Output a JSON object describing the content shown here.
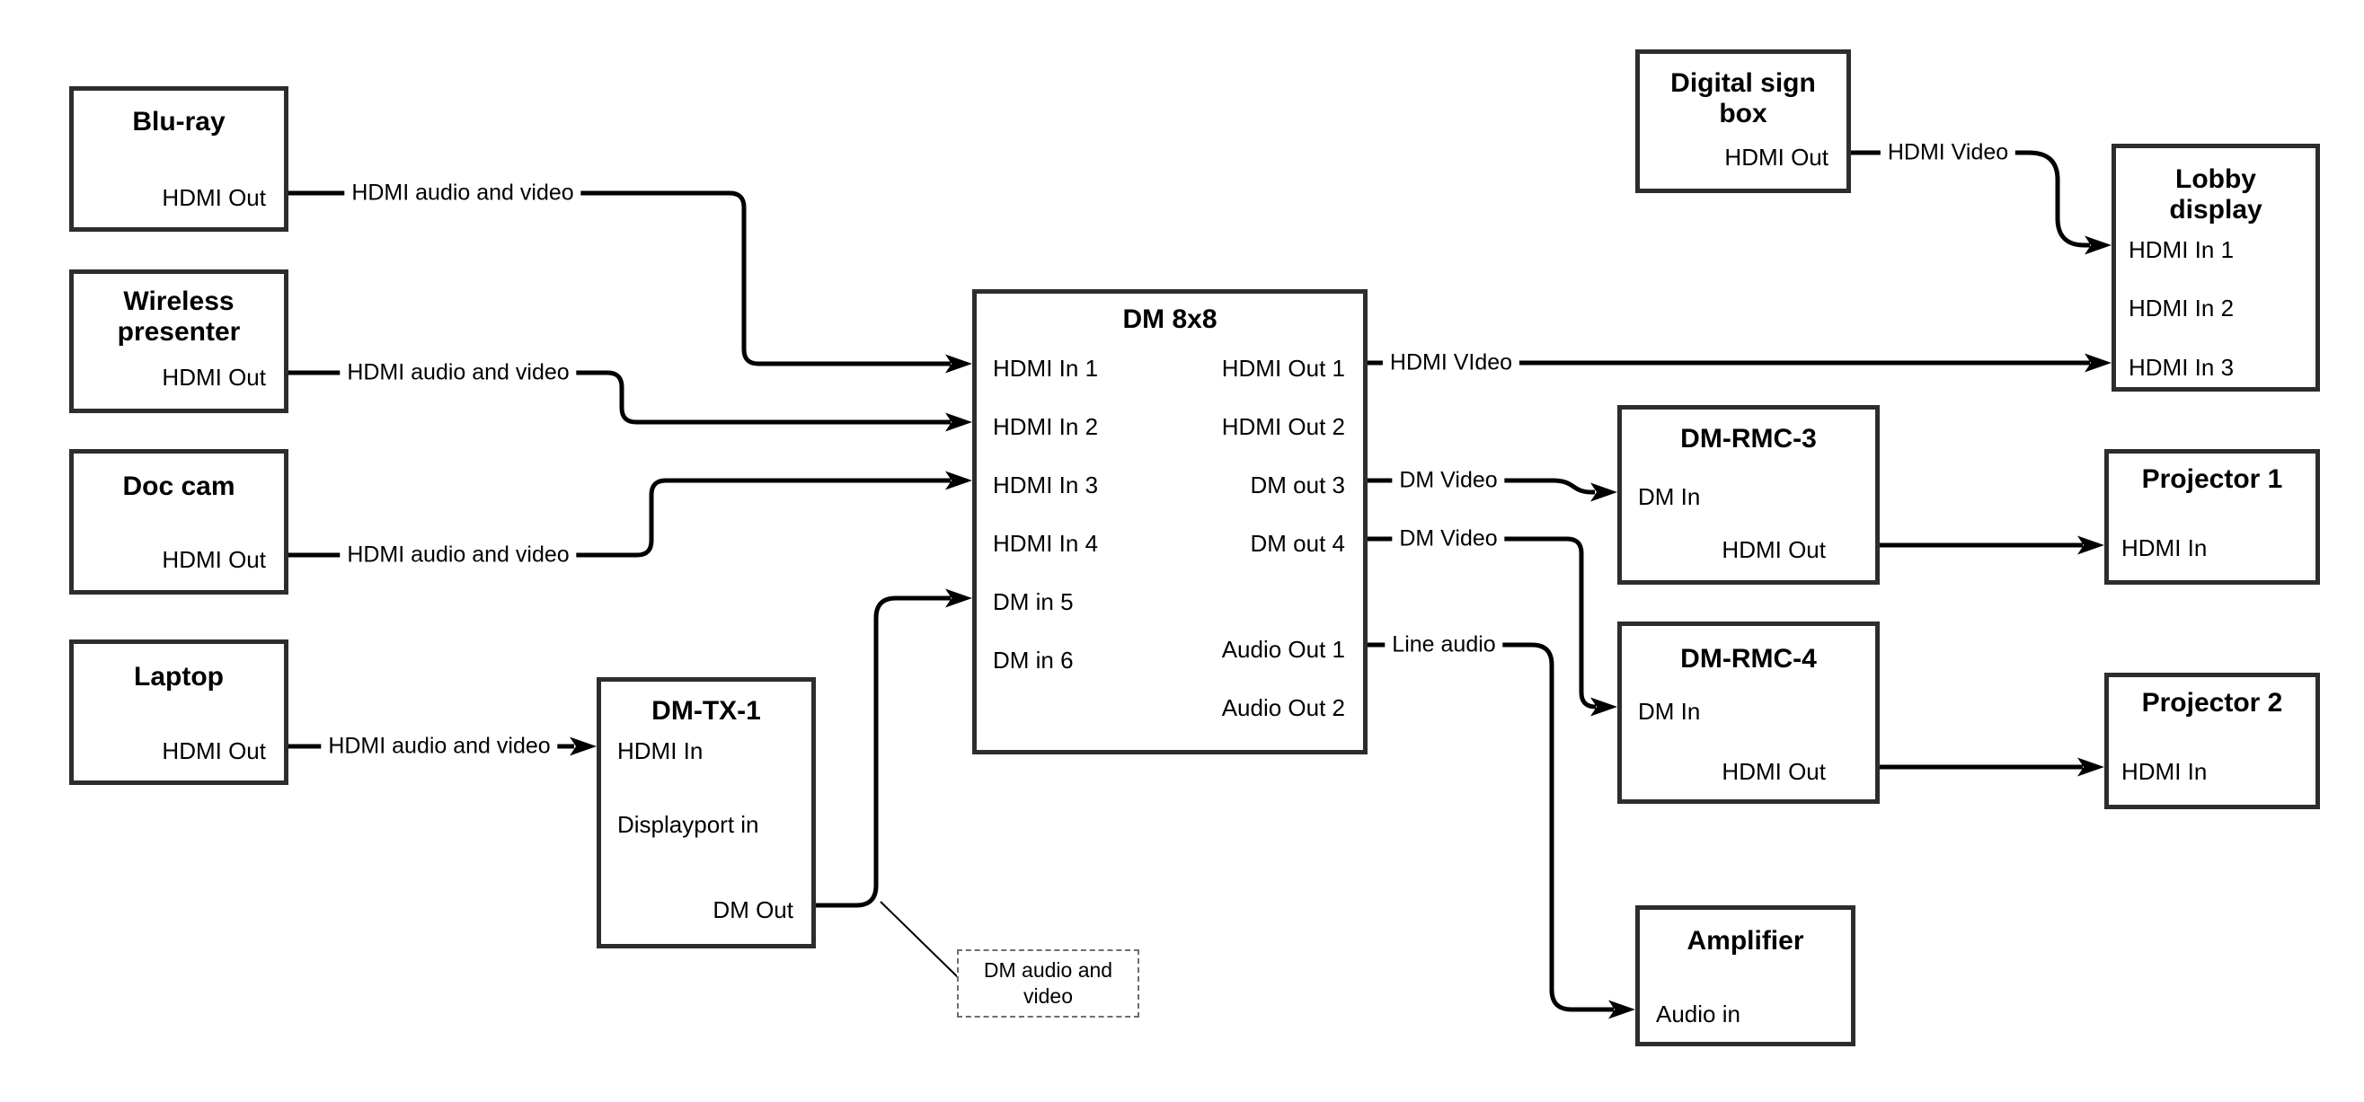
{
  "colors": {
    "background": "#ffffff",
    "wire": "#000000",
    "box_border": "#2d2d2d",
    "text": "#000000"
  },
  "nodes": {
    "bluray": {
      "title": "Blu-ray",
      "ports": {
        "out": "HDMI Out"
      }
    },
    "wireless": {
      "title": "Wireless\npresenter",
      "ports": {
        "out": "HDMI Out"
      }
    },
    "doccam": {
      "title": "Doc cam",
      "ports": {
        "out": "HDMI Out"
      }
    },
    "laptop": {
      "title": "Laptop",
      "ports": {
        "out": "HDMI Out"
      }
    },
    "dmtx1": {
      "title": "DM-TX-1",
      "ports": {
        "hdmi_in": "HDMI In",
        "dp_in": "Displayport in",
        "dm_out": "DM Out"
      }
    },
    "dm8x8": {
      "title": "DM 8x8",
      "ports": {
        "in1": "HDMI In 1",
        "in2": "HDMI In 2",
        "in3": "HDMI In 3",
        "in4": "HDMI In 4",
        "in5": "DM in 5",
        "in6": "DM in 6",
        "out1": "HDMI Out 1",
        "out2": "HDMI Out 2",
        "out3": "DM out 3",
        "out4": "DM out 4",
        "aout1": "Audio Out 1",
        "aout2": "Audio Out 2"
      }
    },
    "digitalsign": {
      "title": "Digital sign\nbox",
      "ports": {
        "out": "HDMI Out"
      }
    },
    "lobby": {
      "title": "Lobby\ndisplay",
      "ports": {
        "in1": "HDMI In 1",
        "in2": "HDMI In 2",
        "in3": "HDMI In 3"
      }
    },
    "dmrmc3": {
      "title": "DM-RMC-3",
      "ports": {
        "dm_in": "DM In",
        "hdmi_out": "HDMI Out"
      }
    },
    "proj1": {
      "title": "Projector 1",
      "ports": {
        "in": "HDMI In"
      }
    },
    "dmrmc4": {
      "title": "DM-RMC-4",
      "ports": {
        "dm_in": "DM In",
        "hdmi_out": "HDMI Out"
      }
    },
    "proj2": {
      "title": "Projector 2",
      "ports": {
        "in": "HDMI In"
      }
    },
    "amplifier": {
      "title": "Amplifier",
      "ports": {
        "in": "Audio in"
      }
    }
  },
  "edges": [
    {
      "from": "bluray.HDMI Out",
      "to": "dm8x8.HDMI In 1",
      "label": "HDMI audio and video"
    },
    {
      "from": "wireless.HDMI Out",
      "to": "dm8x8.HDMI In 2",
      "label": "HDMI audio and video"
    },
    {
      "from": "doccam.HDMI Out",
      "to": "dm8x8.HDMI In 3",
      "label": "HDMI audio and video"
    },
    {
      "from": "laptop.HDMI Out",
      "to": "dmtx1.HDMI In",
      "label": "HDMI audio and video"
    },
    {
      "from": "dmtx1.DM Out",
      "to": "dm8x8.DM in 5",
      "label": ""
    },
    {
      "from": "digitalsign.HDMI Out",
      "to": "lobby.HDMI In 1",
      "label": "HDMI Video"
    },
    {
      "from": "dm8x8.HDMI Out 1",
      "to": "lobby.HDMI In 3",
      "label": "HDMI VIdeo"
    },
    {
      "from": "dm8x8.DM out 3",
      "to": "dmrmc3.DM In",
      "label": "DM Video"
    },
    {
      "from": "dm8x8.DM out 4",
      "to": "dmrmc4.DM In",
      "label": "DM Video"
    },
    {
      "from": "dm8x8.Audio Out 1",
      "to": "amplifier.Audio in",
      "label": "Line audio"
    },
    {
      "from": "dmrmc3.HDMI Out",
      "to": "proj1.HDMI In",
      "label": ""
    },
    {
      "from": "dmrmc4.HDMI Out",
      "to": "proj2.HDMI In",
      "label": ""
    }
  ],
  "callout": {
    "text": "DM audio and\nvideo",
    "attached_to": "dmtx1.DM Out wire"
  }
}
